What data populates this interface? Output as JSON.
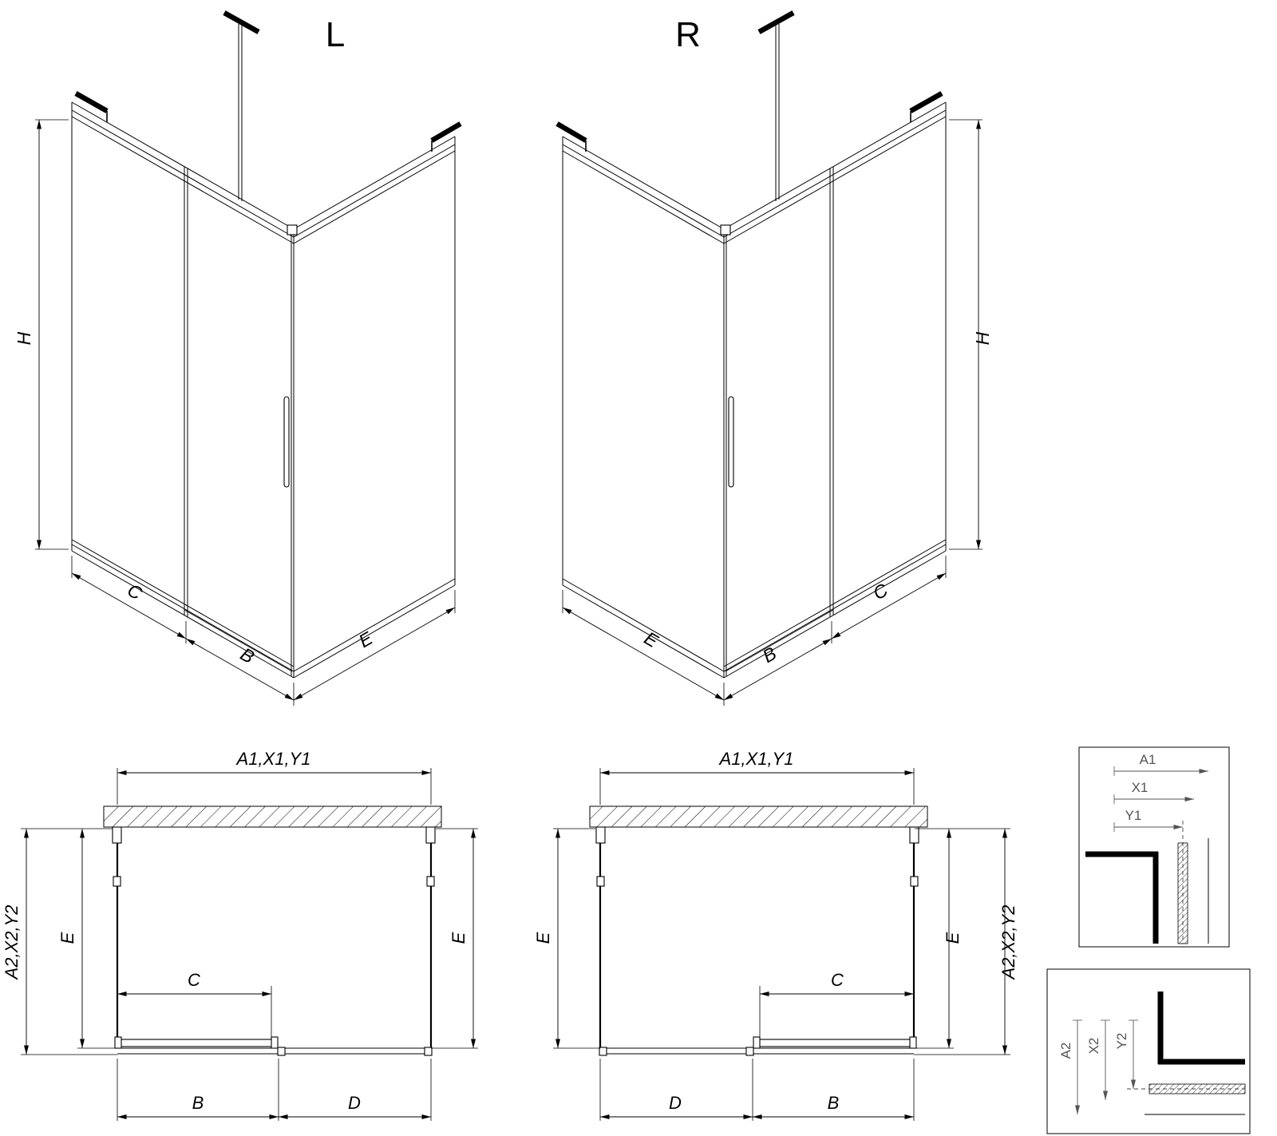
{
  "palette": {
    "ink": "#000000",
    "detail_ink": "#555555",
    "background": "#ffffff"
  },
  "drawing": {
    "iso_left": {
      "variant_label": "L",
      "dim_height": "H",
      "dim_bottom_left": "C",
      "dim_bottom_middle": "B",
      "dim_bottom_right": "E"
    },
    "iso_right": {
      "variant_label": "R",
      "dim_height": "H",
      "dim_bottom_left": "E",
      "dim_bottom_middle": "B",
      "dim_bottom_right": "C"
    },
    "plan_left": {
      "dim_width_top": "A1,X1,Y1",
      "dim_depth_outer_left": "A2,X2,Y2",
      "dim_depth_inner_left": "E",
      "dim_depth_right": "E",
      "dim_opening": "C",
      "dim_door": "B",
      "dim_fixed": "D"
    },
    "plan_right": {
      "dim_width_top": "A1,X1,Y1",
      "dim_depth_left": "E",
      "dim_depth_inner_right": "E",
      "dim_depth_outer_right": "A2,X2,Y2",
      "dim_opening": "C",
      "dim_fixed": "D",
      "dim_door": "B"
    },
    "detail_width": {
      "dim_outer": "A1",
      "dim_mid": "X1",
      "dim_inner": "Y1"
    },
    "detail_depth": {
      "dim_outer": "A2",
      "dim_mid": "X2",
      "dim_inner": "Y2"
    }
  }
}
